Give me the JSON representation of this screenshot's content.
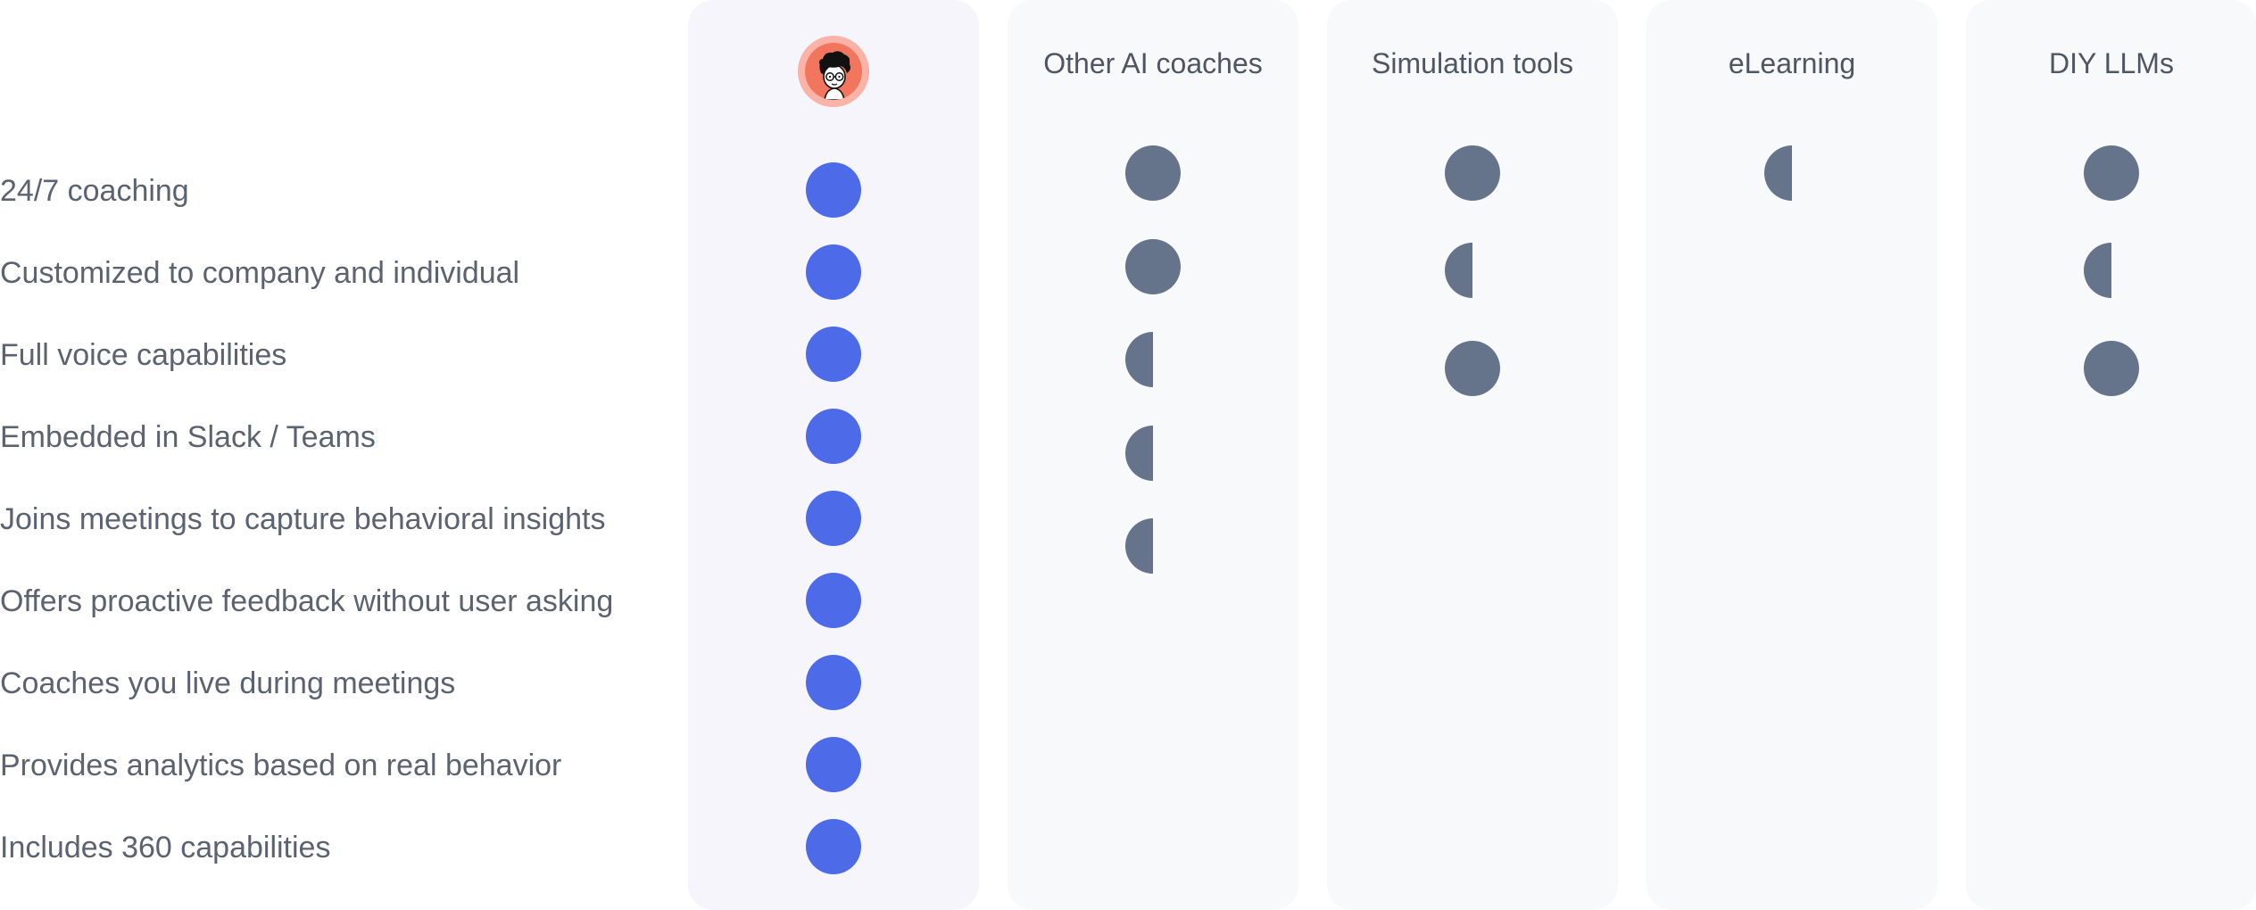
{
  "rows": [
    "24/7 coaching",
    "Customized to company and individual",
    "Full voice capabilities",
    "Embedded in Slack / Teams",
    "Joins meetings to capture behavioral insights",
    "Offers proactive feedback without user asking",
    "Coaches you live during meetings",
    "Provides analytics based on real behavior",
    "Includes 360 capabilities"
  ],
  "columns": [
    {
      "title": "",
      "logo": "coach-avatar-icon",
      "marks": [
        "full",
        "full",
        "full",
        "full",
        "full",
        "full",
        "full",
        "full",
        "full"
      ]
    },
    {
      "title": "Other AI coaches",
      "marks": [
        "full",
        "full",
        "half",
        "half",
        "half"
      ]
    },
    {
      "title": "Simulation tools",
      "marks": [
        "full",
        "half",
        "full"
      ]
    },
    {
      "title": "eLearning",
      "marks": [
        "half"
      ]
    },
    {
      "title": "DIY LLMs",
      "marks": [
        "full",
        "half",
        "full"
      ]
    }
  ],
  "colors": {
    "primary_dot": "#4d6be8",
    "competitor_dot": "#65748b",
    "logo_ring": "#fbb3a7",
    "logo_fill": "#f2755e"
  }
}
